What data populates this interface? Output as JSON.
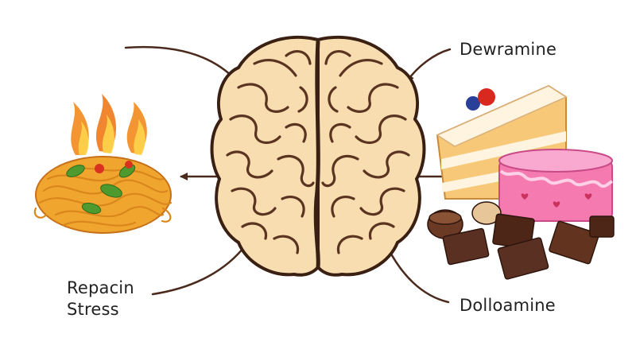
{
  "diagram": {
    "labels": {
      "top_right": "Dewramine",
      "bottom_left_line1": "Repacin",
      "bottom_left_line2": "Stress",
      "bottom_right": "Dolloamine"
    },
    "colors": {
      "brain_fill": "#f7ddb0",
      "brain_outline": "#3a2012",
      "arrow": "#4a2a1c",
      "pasta": "#e9a22a",
      "basil": "#4f9a2e",
      "flame": "#f28a1e",
      "cake_sponge": "#f6c877",
      "cake_cream": "#fff4df",
      "pink_cake": "#f47ab0",
      "chocolate": "#5a3022"
    },
    "icons": [
      "brain-icon",
      "pasta-icon",
      "cake-slice-icon",
      "pink-cake-icon",
      "chocolate-icon"
    ]
  }
}
